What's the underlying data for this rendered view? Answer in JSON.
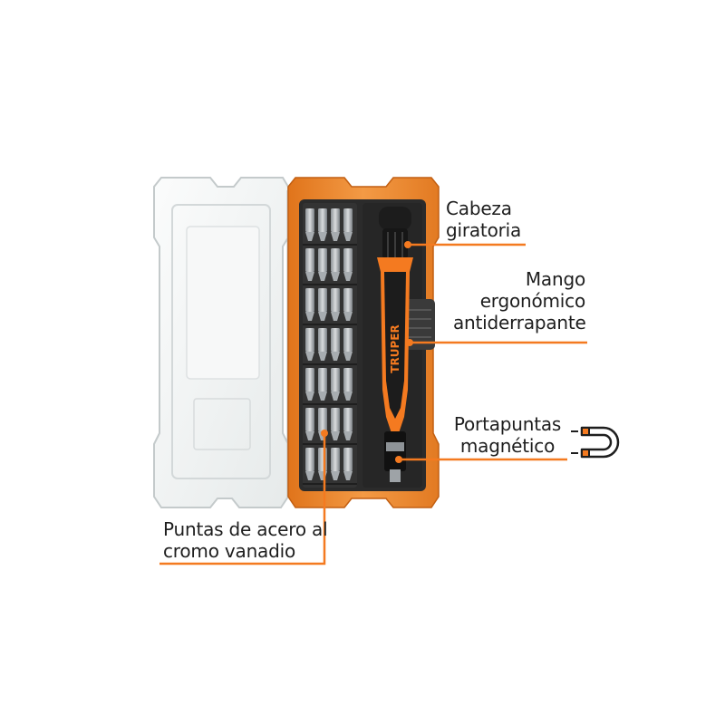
{
  "labels": {
    "cabeza": [
      "Cabeza",
      "giratoria"
    ],
    "mango": [
      "Mango",
      "ergonómico",
      "antiderrapante"
    ],
    "portapuntas": [
      "Portapuntas",
      "magnético"
    ],
    "puntas": [
      "Puntas de acero al",
      "cromo vanadio"
    ]
  },
  "brand_text": "TRUPER",
  "colors": {
    "accent": "#f47a20",
    "case_orange": "#f08a2c",
    "foam": "#2b2b2b",
    "handle_black": "#1c1c1c",
    "clear_lid": "#f2f4f4"
  }
}
